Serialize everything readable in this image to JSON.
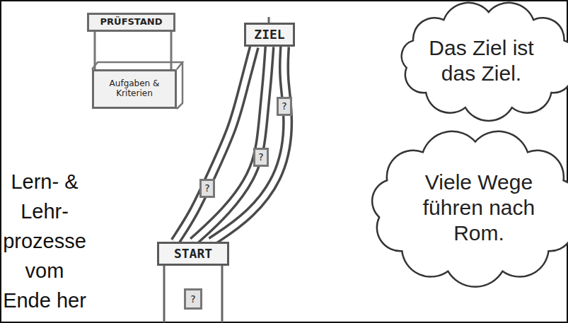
{
  "diagram": {
    "nodes": [
      {
        "text": [
          "PRÜFSTAND"
        ]
      },
      {
        "text": [
          "Aufgaben & Kriterien"
        ]
      },
      {
        "text": [
          "ZIEL"
        ]
      },
      {
        "text": [
          "?"
        ]
      },
      {
        "text": [
          "?"
        ]
      },
      {
        "text": [
          "?"
        ]
      },
      {
        "text": [
          "START"
        ]
      },
      {
        "text": [
          "?"
        ]
      },
      {
        "text": [
          "Das Ziel ist das Ziel."
        ]
      },
      {
        "text": [
          "Viele Wege führen nach Rom."
        ]
      }
    ],
    "edges": [
      {
        "from": 6,
        "to": 2,
        "arrow": "none"
      },
      {
        "from": 6,
        "to": 2,
        "arrow": "none"
      },
      {
        "from": 6,
        "to": 2,
        "arrow": "none"
      }
    ],
    "labels": [
      "Lern- & Lehr- prozesse vom Ende her"
    ]
  }
}
